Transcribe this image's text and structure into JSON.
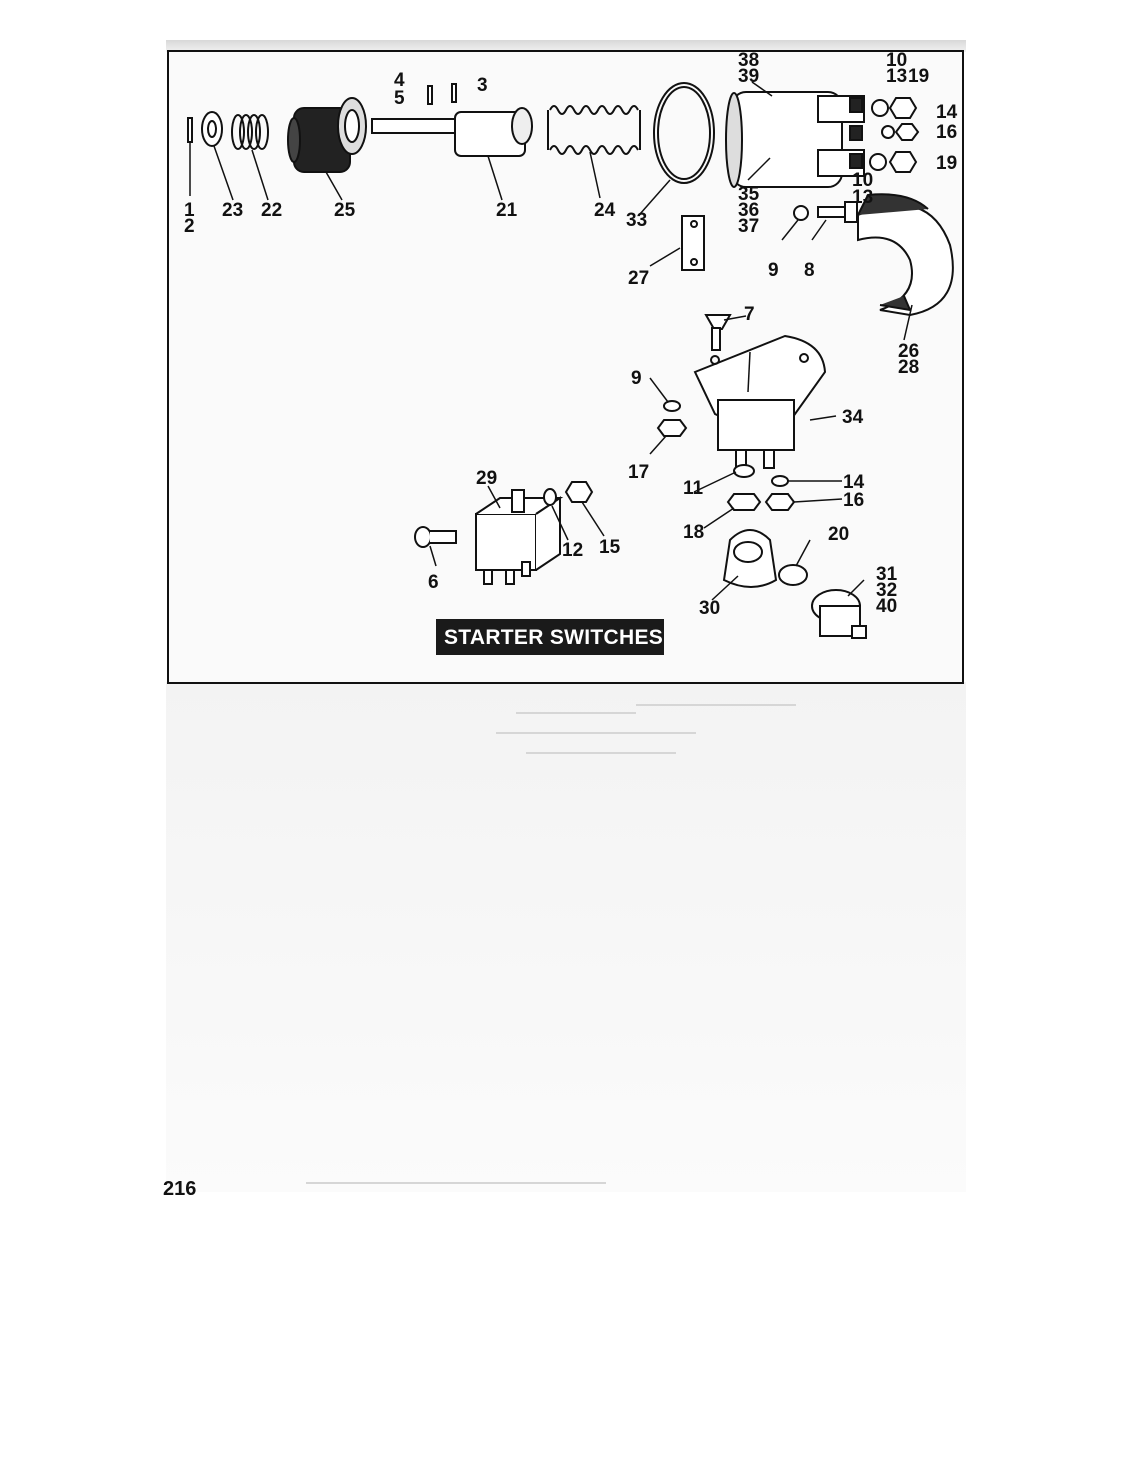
{
  "title": "STARTER SWITCHES",
  "page_number": "216",
  "callouts": {
    "c1": "1",
    "c2": "2",
    "c3": "3",
    "c4": "4",
    "c5": "5",
    "c6": "6",
    "c7": "7",
    "c8": "8",
    "c9a": "9",
    "c9b": "9",
    "c10a": "10",
    "c10b": "10",
    "c11": "11",
    "c12": "12",
    "c13a": "13",
    "c13b": "13",
    "c14a": "14",
    "c14b": "14",
    "c15": "15",
    "c16a": "16",
    "c16b": "16",
    "c17": "17",
    "c18": "18",
    "c19a": "19",
    "c19b": "19",
    "c20": "20",
    "c21": "21",
    "c22": "22",
    "c23": "23",
    "c24": "24",
    "c25": "25",
    "c26": "26",
    "c27": "27",
    "c28": "28",
    "c29": "29",
    "c30": "30",
    "c31": "31",
    "c32": "32",
    "c33": "33",
    "c34": "34",
    "c35": "35",
    "c36": "36",
    "c37": "37",
    "c38": "38",
    "c39": "39",
    "c40": "40"
  },
  "colors": {
    "ink": "#111111",
    "paper": "#fafafa",
    "title_band": "#1a1a1a"
  }
}
